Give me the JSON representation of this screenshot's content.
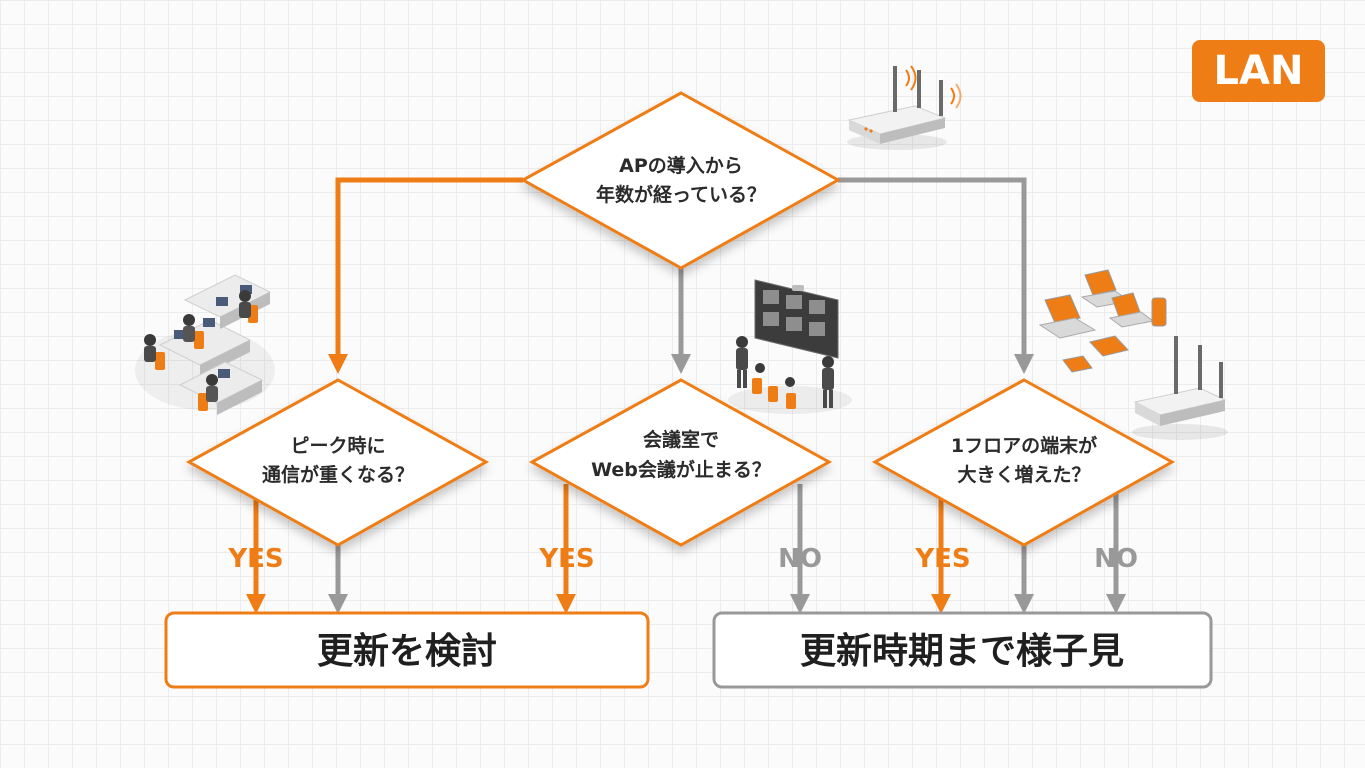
{
  "badge": {
    "label": "LAN"
  },
  "colors": {
    "accent": "#ef7d16",
    "neutral": "#999999",
    "text": "#2b2b2b"
  },
  "decisions": {
    "top": {
      "line1": "APの導入から",
      "line2": "年数が経っている？"
    },
    "left": {
      "line1": "ピーク時に",
      "line2": "通信が重くなる？"
    },
    "middle": {
      "line1": "会議室で",
      "line2": "Web会議が止まる？"
    },
    "right": {
      "line1": "1フロアの端末が",
      "line2": "大きく増えた？"
    }
  },
  "branch_labels": {
    "left_yes": "YES",
    "middle_yes": "YES",
    "middle_no": "NO",
    "right_yes": "YES",
    "right_no": "NO"
  },
  "results": {
    "consider": "更新を検討",
    "wait": "更新時期まで様子見"
  },
  "illustrations": {
    "router_top": "wireless-router-icon",
    "office": "office-workers-illustration",
    "conference": "video-conference-illustration",
    "devices": "devices-and-router-illustration"
  }
}
